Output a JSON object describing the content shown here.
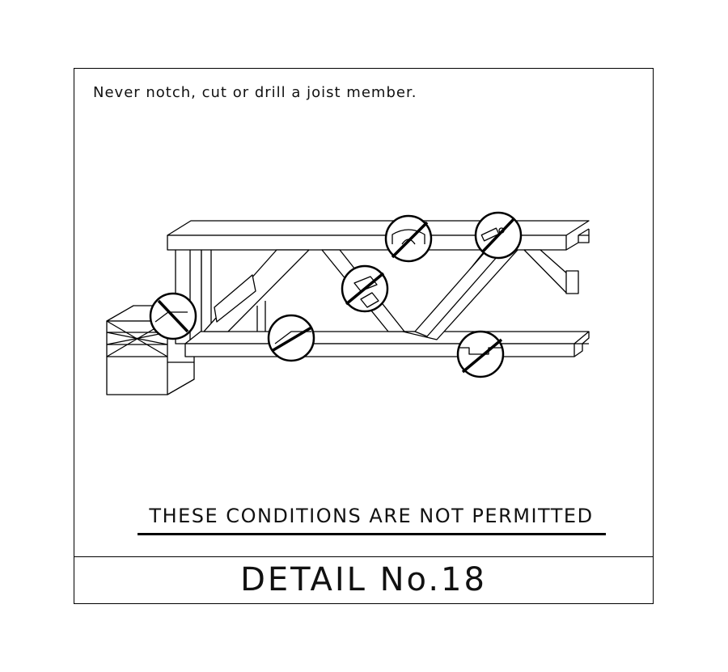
{
  "note": "Never notch, cut or drill a joist member.",
  "warning": "THESE CONDITIONS ARE NOT PERMITTED",
  "detail_label": "DETAIL No.18",
  "colors": {
    "line": "#000000",
    "background": "#ffffff"
  },
  "prohibitions": [
    {
      "name": "no-notch-top-chord-icon"
    },
    {
      "name": "no-drill-top-chord-icon"
    },
    {
      "name": "no-cut-web-icon"
    },
    {
      "name": "no-notch-end-block-icon"
    },
    {
      "name": "no-cut-web-bottom-icon"
    },
    {
      "name": "no-notch-bottom-chord-icon"
    }
  ]
}
